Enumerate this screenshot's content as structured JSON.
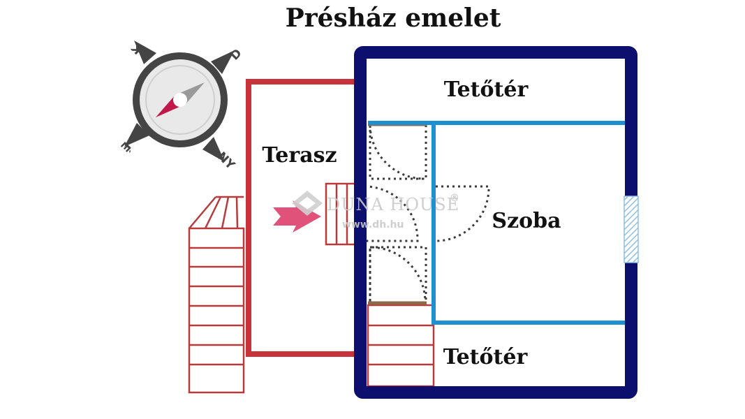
{
  "title": "Présház emelet",
  "rooms": {
    "attic_top": "Tetőtér",
    "terrace": "Terasz",
    "room": "Szoba",
    "attic_bottom": "Tetőtér"
  },
  "compass": {
    "north": "É",
    "east": "K",
    "south": "D",
    "west": "NY"
  },
  "watermark": {
    "brand": "DUNA HOUSE",
    "registered": "®",
    "url": "www.dh.hu"
  },
  "colors": {
    "outer_wall": "#0c0f6e",
    "inner_wall": "#1e8fd0",
    "terrace_wall": "#c8323a",
    "stairs": "#b83a3a",
    "entrance_arrow": "#e0527a",
    "compass_needle": "#c0184b",
    "window": "#9cc8e8"
  }
}
